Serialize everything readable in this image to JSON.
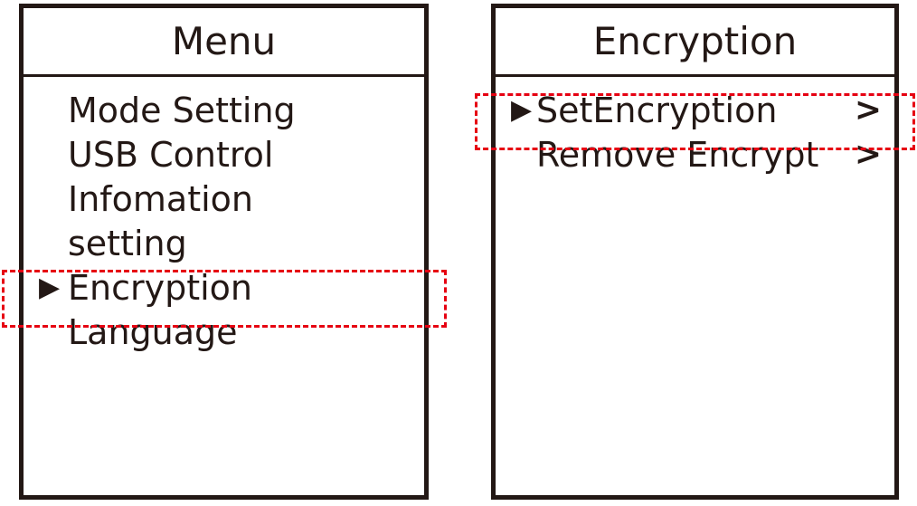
{
  "colors": {
    "ink": "#231815",
    "highlight": "#e60012",
    "background": "#ffffff"
  },
  "panels": [
    {
      "id": "menu",
      "title": "Menu",
      "items": [
        {
          "label": "Mode Setting",
          "marker": "",
          "chevron": ""
        },
        {
          "label": "USB Control",
          "marker": "",
          "chevron": ""
        },
        {
          "label": "Infomation",
          "marker": "",
          "chevron": ""
        },
        {
          "label": "setting",
          "marker": "",
          "chevron": ""
        },
        {
          "label": "Encryption",
          "marker": "▶",
          "chevron": ""
        },
        {
          "label": "Language",
          "marker": "",
          "chevron": ""
        }
      ],
      "selected_index": 4
    },
    {
      "id": "encryption",
      "title": "Encryption",
      "items": [
        {
          "label": "SetEncryption",
          "marker": "▶",
          "chevron": ">"
        },
        {
          "label": "Remove Encrypt",
          "marker": "",
          "chevron": ">"
        }
      ],
      "selected_index": 0
    }
  ],
  "annotations": [
    {
      "id": "highlight-left",
      "target": "Encryption"
    },
    {
      "id": "highlight-right",
      "target": "SetEncryption"
    }
  ]
}
